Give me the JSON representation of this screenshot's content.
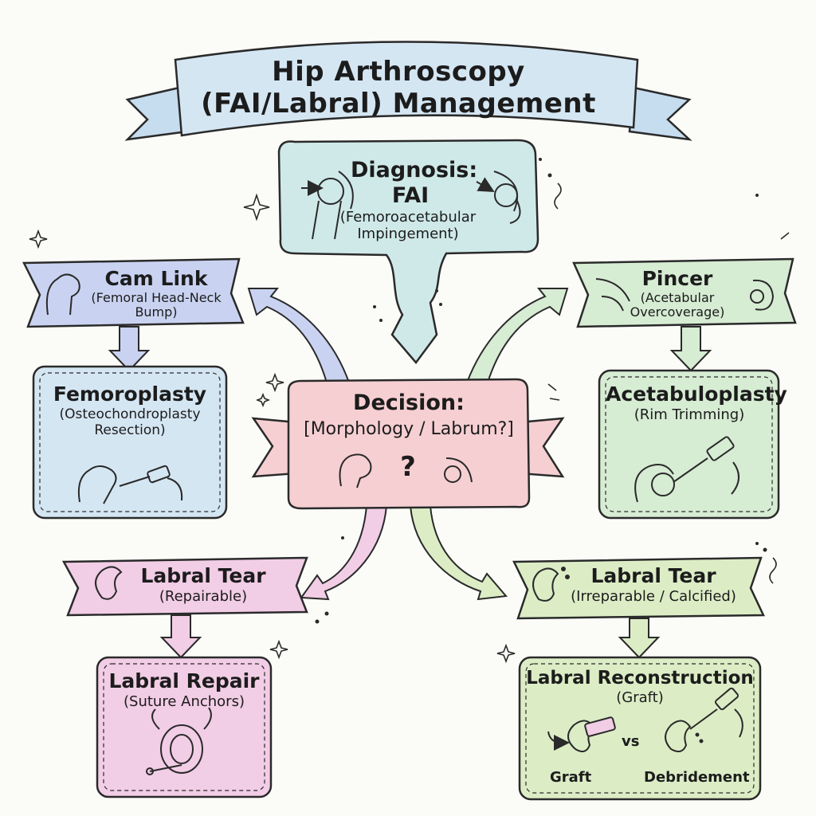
{
  "title": "Hip Arthroscopy (FAI/Labral) Management",
  "diagnosis": {
    "heading_line1": "Diagnosis:",
    "heading_line2": "FAI",
    "subtitle": "(Femoroacetabular Impingement)"
  },
  "cam": {
    "heading": "Cam Link",
    "subtitle": "(Femoral Head-Neck Bump)"
  },
  "pincer": {
    "heading": "Pincer",
    "subtitle": "(Acetabular Overcoverage)"
  },
  "femoroplasty": {
    "heading": "Femoroplasty",
    "subtitle": "(Osteochondroplasty Resection)"
  },
  "acetabuloplasty": {
    "heading": "Acetabuloplasty",
    "subtitle": "(Rim Trimming)"
  },
  "decision": {
    "heading": "Decision:",
    "subtitle": "[Morphology / Labrum?]",
    "symbol": "?"
  },
  "tear_repairable": {
    "heading": "Labral Tear",
    "subtitle": "(Repairable)"
  },
  "tear_irreparable": {
    "heading": "Labral Tear",
    "subtitle": "(Irreparable / Calcified)"
  },
  "repair": {
    "heading": "Labral Repair",
    "subtitle": "(Suture Anchors)"
  },
  "reconstruction": {
    "heading": "Labral Reconstruction",
    "subtitle": "(Graft)",
    "option_a": "Graft",
    "versus": "vs",
    "option_b": "Debridement"
  },
  "colors": {
    "blue": "#d5e6f3",
    "teal": "#cfe9e8",
    "purple_blue": "#c9d3f1",
    "green": "#d6ecd3",
    "pink": "#f6cfd2",
    "magenta": "#f2cde6",
    "lime": "#dcedc6",
    "ink": "#2a2a2a"
  }
}
